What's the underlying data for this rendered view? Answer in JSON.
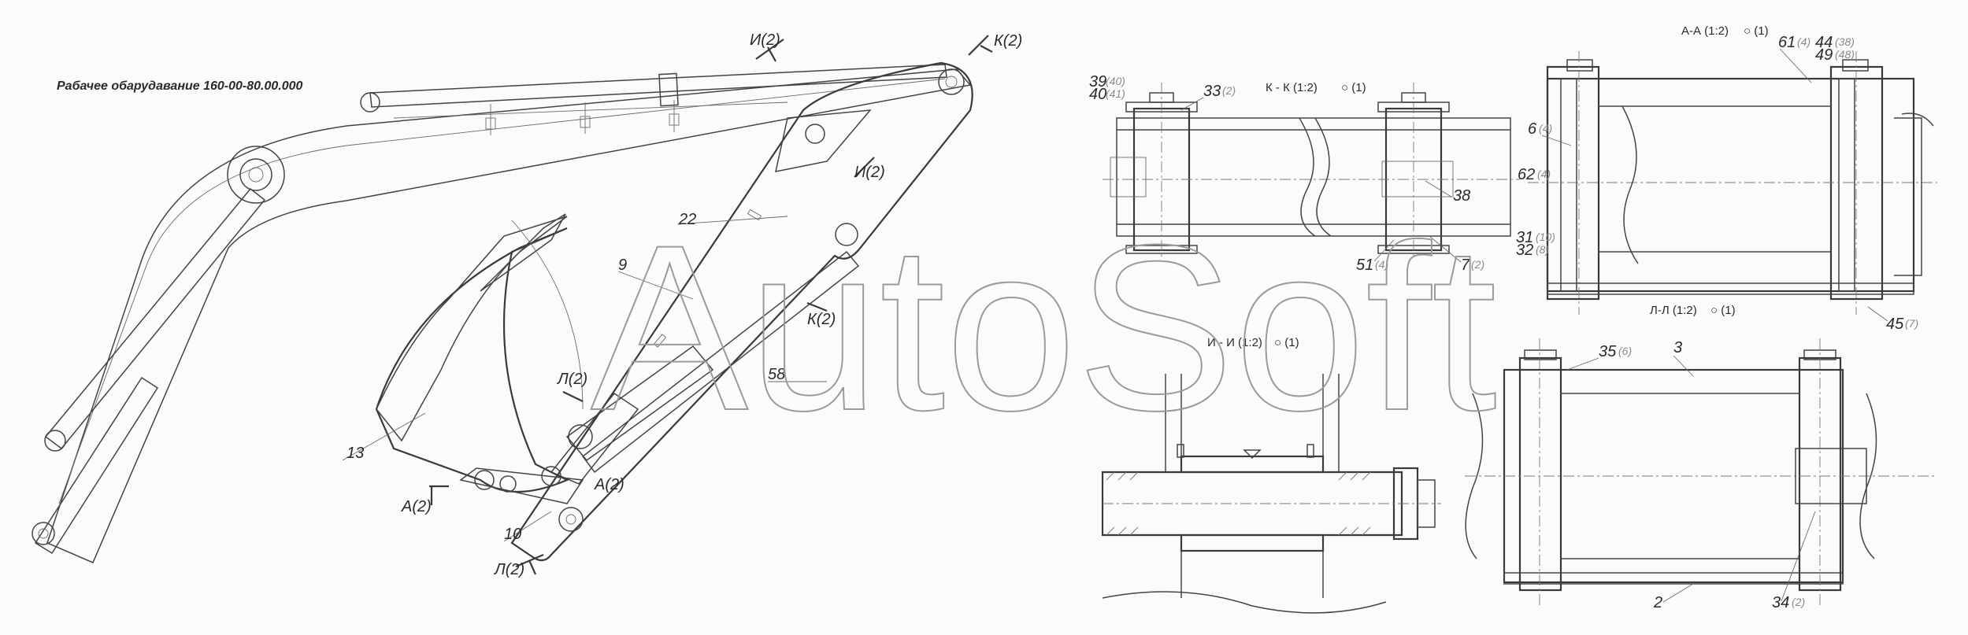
{
  "note": "Рабачее обарудавание 160-00-80.00.000",
  "watermark": "AutoSoft",
  "colors": {
    "line": "#3a3a3a",
    "background": "#fbfbfb",
    "watermark": "#9a9a9a"
  },
  "main_view": {
    "parts": [
      "22",
      "9",
      "58",
      "13",
      "10"
    ],
    "section_marks": {
      "i_top": "И(2)",
      "i_mid": "И(2)",
      "k_top": "К(2)",
      "k_mid": "К(2)",
      "l_upper": "Л(2)",
      "l_lower": "Л(2)",
      "a_left": "А(2)",
      "a_right": "А(2)"
    }
  },
  "section_kk": {
    "title": "К - К (1:2)",
    "callouts": [
      {
        "num": "39",
        "sub": "(40)"
      },
      {
        "num": "40",
        "sub": "(41)"
      },
      {
        "num": "33",
        "sub": "(2)"
      },
      {
        "num": "38",
        "sub": ""
      },
      {
        "num": "51",
        "sub": "(4)"
      },
      {
        "num": "7",
        "sub": "(2)"
      }
    ]
  },
  "section_aa": {
    "title": "А-А (1:2)",
    "callouts": [
      {
        "num": "61",
        "sub": "(4)"
      },
      {
        "num": "44",
        "sub": "(38)"
      },
      {
        "num": "49",
        "sub": "(48)"
      },
      {
        "num": "6",
        "sub": "(4)"
      },
      {
        "num": "62",
        "sub": "(4)"
      },
      {
        "num": "31",
        "sub": "(10)"
      },
      {
        "num": "32",
        "sub": "(8)"
      },
      {
        "num": "45",
        "sub": "(7)"
      }
    ]
  },
  "section_ii": {
    "title": "И - И (1:2)"
  },
  "section_ll": {
    "title": "Л-Л (1:2)",
    "callouts": [
      {
        "num": "35",
        "sub": "(6)"
      },
      {
        "num": "3",
        "sub": ""
      },
      {
        "num": "2",
        "sub": ""
      },
      {
        "num": "34",
        "sub": "(2)"
      }
    ]
  }
}
